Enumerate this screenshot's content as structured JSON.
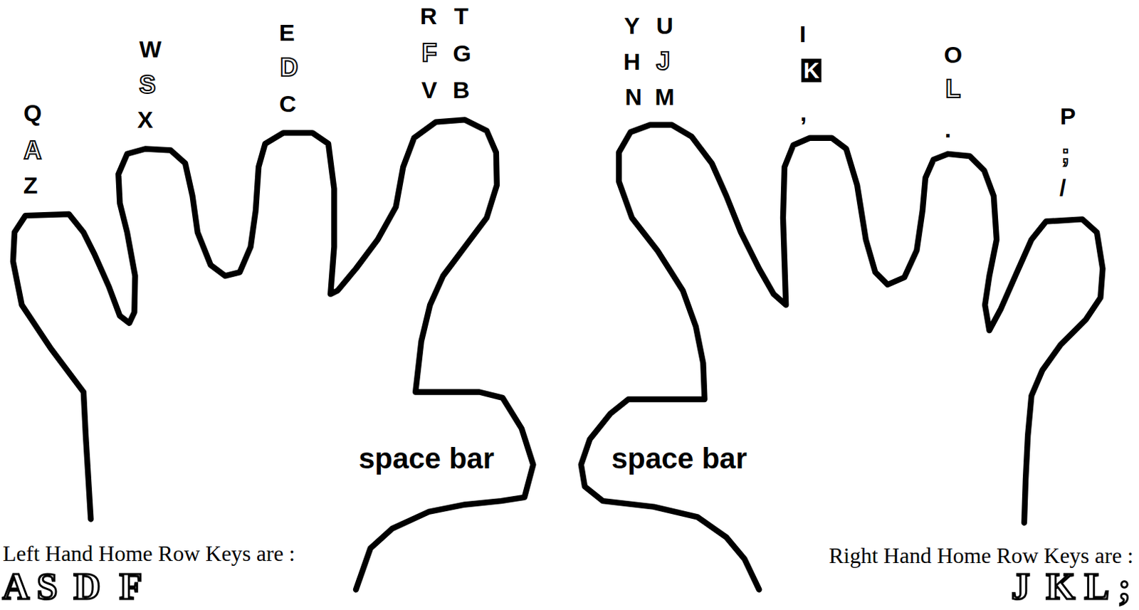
{
  "diagram": {
    "labels": [
      "Q",
      "A",
      "Z",
      "W",
      "S",
      "X",
      "E",
      "D",
      "C",
      "R",
      "T",
      "F",
      "G",
      "V",
      "B",
      "Y",
      "U",
      "H",
      "J",
      "N",
      "M",
      "I",
      "K",
      ",",
      "O",
      "L",
      ".",
      "P",
      ";",
      "/",
      "space bar",
      "space bar",
      "Left Hand Home Row Keys are :",
      "A",
      "S",
      "D",
      "F",
      "Right Hand Home Row Keys are :",
      "J",
      "K",
      "L",
      ";"
    ]
  }
}
